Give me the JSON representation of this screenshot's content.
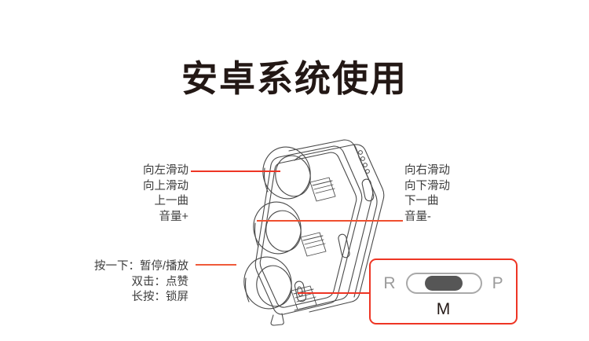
{
  "page": {
    "title": "安卓系统使用",
    "background_color": "#ffffff",
    "accent_color": "#ee3524",
    "text_color": "#3c3c3c"
  },
  "annotations": {
    "left_top": {
      "name": "swipe-left-up-gestures",
      "lines": [
        "向左滑动",
        "向上滑动",
        "上一曲",
        "音量+"
      ]
    },
    "right_top": {
      "name": "swipe-right-down-gestures",
      "lines": [
        "向右滑动",
        "向下滑动",
        "下一曲",
        "音量-"
      ]
    },
    "left_bottom": {
      "name": "tap-gestures",
      "lines": [
        "按一下：暂停/播放",
        "双击：点赞",
        "长按：锁屏"
      ]
    }
  },
  "switch_callout": {
    "left_label": "R",
    "right_label": "P",
    "mode_label": "M",
    "border_color": "#ee3524",
    "letter_color": "#9b9b9b",
    "knob_color": "#565656",
    "track_border_color": "#a9a9a9",
    "knob_position": "center"
  },
  "device": {
    "name": "phone-with-lens-attachment-illustration",
    "line_color": "#4a4a4a",
    "lens_count": 3,
    "sensor_dot_count": 4
  }
}
